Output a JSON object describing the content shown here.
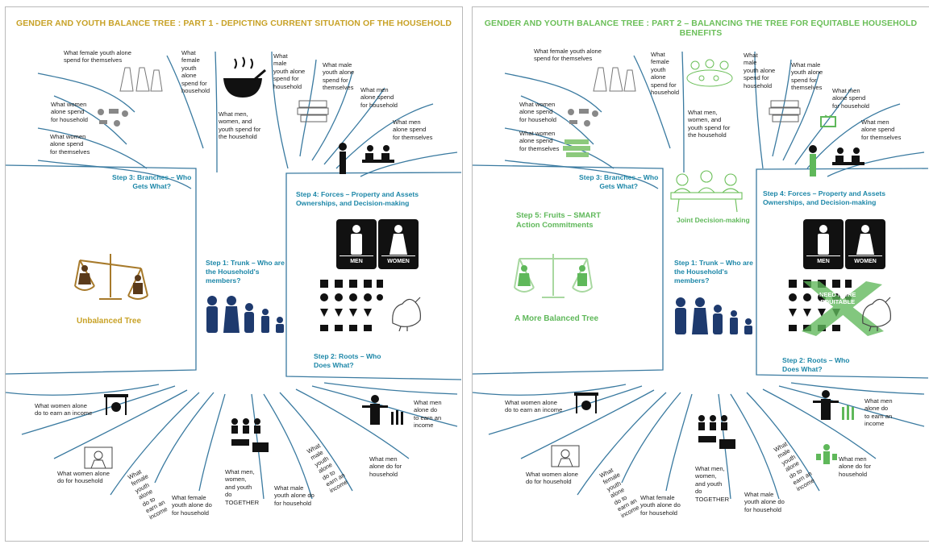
{
  "panel1": {
    "title": "GENDER AND YOUTH BALANCE TREE :  PART 1 - DEPICTING CURRENT SITUATION OF THE HOUSEHOLD",
    "branches": {
      "female_youth_self": "What female youth alone\nspend for themselves",
      "female_youth_household": "What\nfemale\nyouth\nalone\nspend  for\nhousehold",
      "women_household": "What women\nalone spend\nfor household",
      "women_self": "What women\nalone spend\nfor themselves",
      "all_household": "What men,\nwomen, and\nyouth spend for\nthe household",
      "male_youth_household": "What\nmale\nyouth alone\nspend for\nhousehold",
      "male_youth_self": "What male\nyouth alone\nspend for\nthemselves",
      "men_household": "What men\nalone spend\nfor household",
      "men_self": "What men\nalone spend\nfor themselves"
    },
    "step3": "Step 3: Branches – Who\nGets What?",
    "step4": "Step 4: Forces – Property and Assets\nOwnerships, and Decision-making",
    "step1": "Step 1: Trunk – Who are\nthe Household's\nmembers?",
    "step2": "Step 2: Roots – Who\nDoes What?",
    "scale_label": "Unbalanced Tree",
    "sign_men": "MEN",
    "sign_women": "WOMEN",
    "roots": {
      "women_income": "What women alone\ndo to earn an income",
      "women_household": "What women alone\ndo for household",
      "female_youth_income": "What\nfemale\nyouth\nalone\ndo to\nearn an\nincome",
      "female_youth_household": "What female\nyouth alone do\nfor household",
      "together": "What men,\nwomen,\nand youth\ndo\nTOGETHER",
      "male_youth_household": "What male\nyouth alone do\nfor household",
      "male_youth_income": "What\nmale\nyouth\nalone\ndo to\nearn an\nincome",
      "men_household": "What men\nalone do for\nhousehold",
      "men_income": "What men\nalone do\nto earn an\nincome"
    }
  },
  "panel2": {
    "title": "GENDER AND YOUTH BALANCE TREE : PART 2 – BALANCING THE TREE FOR EQUITABLE HOUSEHOLD BENEFITS",
    "branches": {
      "female_youth_self": "What female youth alone\nspend for themselves",
      "female_youth_household": "What\nfemale\nyouth\nalone\nspend for\nhousehold",
      "women_household": "What women\nalone spend\nfor household",
      "women_self": "What women\nalone spend\nfor themselves",
      "all_household": "What men,\nwomen, and\nyouth spend for\nthe household",
      "male_youth_household": "What\nmale\nyouth alone\nspend for\nhousehold",
      "male_youth_self": "What male\nyouth alone\nspend for\nthemselves",
      "men_household": "What men\nalone spend\nfor household",
      "men_self": "What men\nalone spend\nfor themselves"
    },
    "step3": "Step 3: Branches – Who\nGets What?",
    "step4": "Step 4: Forces – Property and Assets\nOwnerships, and Decision-making",
    "step1": "Step 1: Trunk – Who are\nthe Household's\nmembers?",
    "step2": "Step 2: Roots – Who\nDoes What?",
    "step5": "Step 5: Fruits – SMART\nAction Commitments",
    "joint": "Joint Decision-making",
    "scale_label": "A More Balanced Tree",
    "sign_men": "MEN",
    "sign_women": "WOMEN",
    "need_more": "NEED MORE\nEQUITABLE",
    "roots": {
      "women_income": "What women alone\ndo to earn an income",
      "women_household": "What women alone\ndo for household",
      "female_youth_income": "What\nfemale\nyouth\nalone\ndo to\nearn an\nincome",
      "female_youth_household": "What female\nyouth alone do\nfor household",
      "together": "What men,\nwomen,\nand youth\ndo\nTOGETHER",
      "male_youth_household": "What male\nyouth alone do\nfor household",
      "male_youth_income": "What\nmale\nyouth\nalone\ndo to\nearn an\nincome",
      "men_household": "What men\nalone do for\nhousehold",
      "men_income": "What men\nalone do\nto earn an\nincome"
    }
  },
  "colors": {
    "title_part1": "#c8a227",
    "title_part2": "#6bbf59",
    "step_blue": "#1d87a8",
    "tree_line": "#3a7aa0",
    "balanced_green": "#5fb85a",
    "unbalanced_brown": "#a77a2b"
  },
  "icons": [
    "dress-icon",
    "cookware-icon",
    "cooking-pot-icon",
    "feast-icon",
    "books-icon",
    "tv-icon",
    "people-meeting-icon",
    "balance-scale-icon",
    "family-icon",
    "wc-sign-icon",
    "livestock-icon",
    "rooster-icon",
    "farmer-icon",
    "vendor-stall-icon",
    "wheat-icon"
  ]
}
